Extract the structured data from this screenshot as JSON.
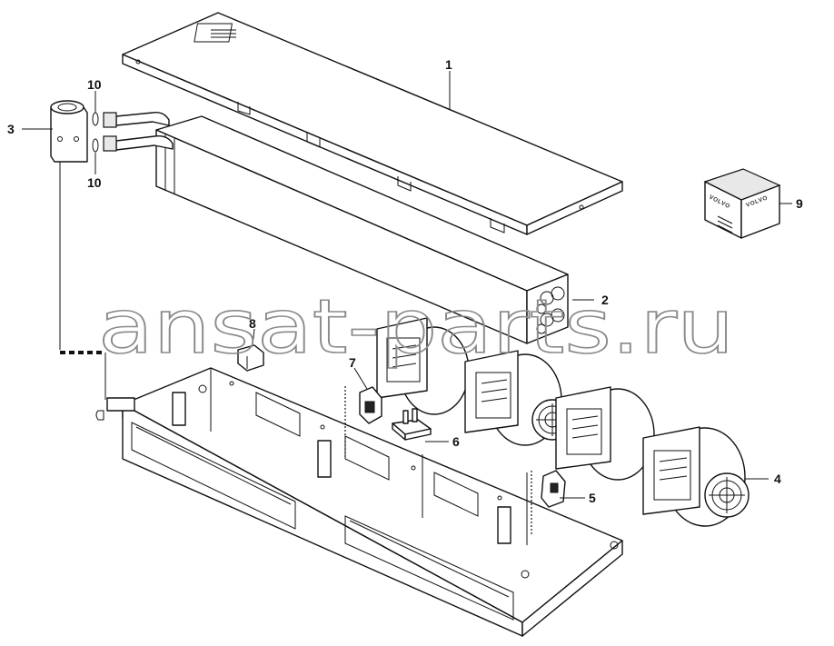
{
  "watermark": "ansat-parts.ru",
  "callouts": {
    "c1": "1",
    "c2": "2",
    "c3": "3",
    "c4": "4",
    "c5": "5",
    "c6": "6",
    "c7": "7",
    "c8": "8",
    "c9": "9",
    "c10a": "10",
    "c10b": "10"
  },
  "badge": {
    "left_text": "VOLVO",
    "right_text": "VOLVO"
  }
}
